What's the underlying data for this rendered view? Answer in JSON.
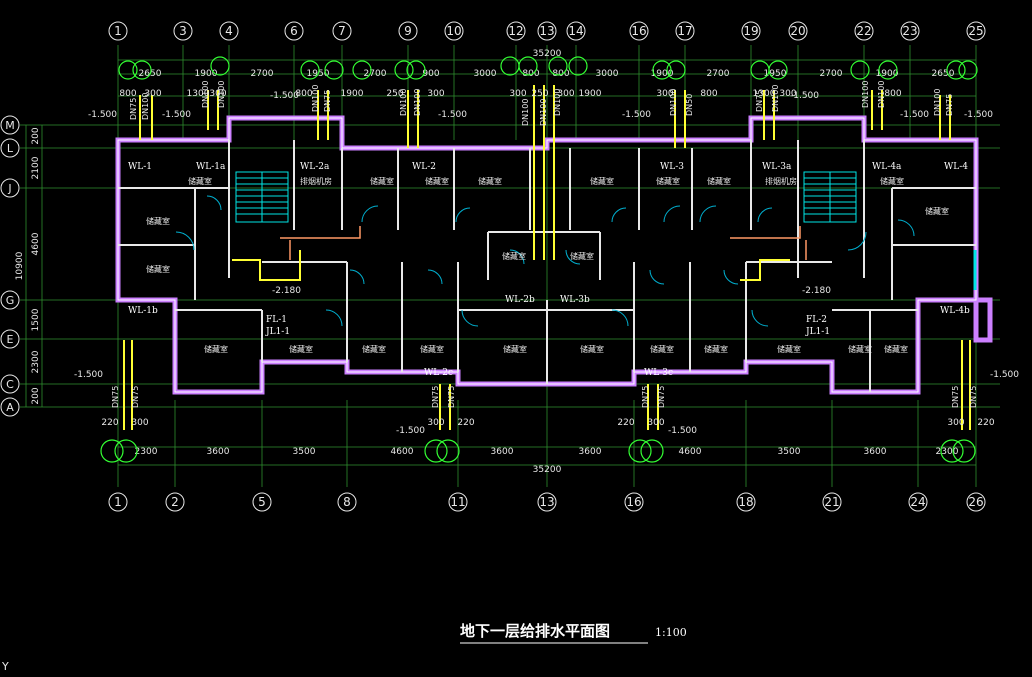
{
  "drawing": {
    "title": "地下一层给排水平面图",
    "scale": "1:100",
    "ucs_label": "Y"
  },
  "axes": {
    "top": [
      "1",
      "3",
      "4",
      "6",
      "7",
      "9",
      "10",
      "12",
      "13",
      "14",
      "16",
      "17",
      "19",
      "20",
      "22",
      "23",
      "25"
    ],
    "bottom": [
      "1",
      "2",
      "5",
      "8",
      "11",
      "13",
      "16",
      "18",
      "21",
      "24",
      "26"
    ],
    "left": [
      "M",
      "L",
      "J",
      "G",
      "E",
      "C",
      "A"
    ]
  },
  "dims": {
    "top_total": "35200",
    "top_row": [
      "2650",
      "1900",
      "2700",
      "1950",
      "2700",
      "900",
      "3000",
      "800",
      "800",
      "3000",
      "1900",
      "2700",
      "1950",
      "2700",
      "1900",
      "2650"
    ],
    "top_sub": [
      "800",
      "300",
      "1300",
      "300",
      "800",
      "1900",
      "250",
      "300",
      "300",
      "250",
      "300",
      "1900",
      "300",
      "800",
      "1300",
      "300",
      "800"
    ],
    "bottom_total": "35200",
    "bottom_row": [
      "2300",
      "3600",
      "3500",
      "4600",
      "3600",
      "3600",
      "4600",
      "3500",
      "3600",
      "2300"
    ],
    "bottom_sub": [
      "220",
      "300",
      "300",
      "220",
      "220",
      "300",
      "300",
      "220"
    ],
    "left_row": [
      "200",
      "2100",
      "4600",
      "1500",
      "2300",
      "200"
    ],
    "left_total": "10900"
  },
  "rooms": {
    "storage": "储藏室",
    "exhaust": "排烟机房"
  },
  "pipes": {
    "wl": [
      "WL-1",
      "WL-1a",
      "WL-2a",
      "WL-2",
      "WL-3",
      "WL-3a",
      "WL-4a",
      "WL-4",
      "WL-1b",
      "WL-4b",
      "WL-2b",
      "WL-3b",
      "WL-2c",
      "WL-3c"
    ],
    "fl": [
      "FL-1",
      "FL-2"
    ],
    "jl": [
      "JL1-1",
      "JL1-1"
    ],
    "dn": [
      "DN75",
      "DN100",
      "DN50"
    ],
    "elev": [
      "-1.500",
      "-2.180"
    ]
  }
}
